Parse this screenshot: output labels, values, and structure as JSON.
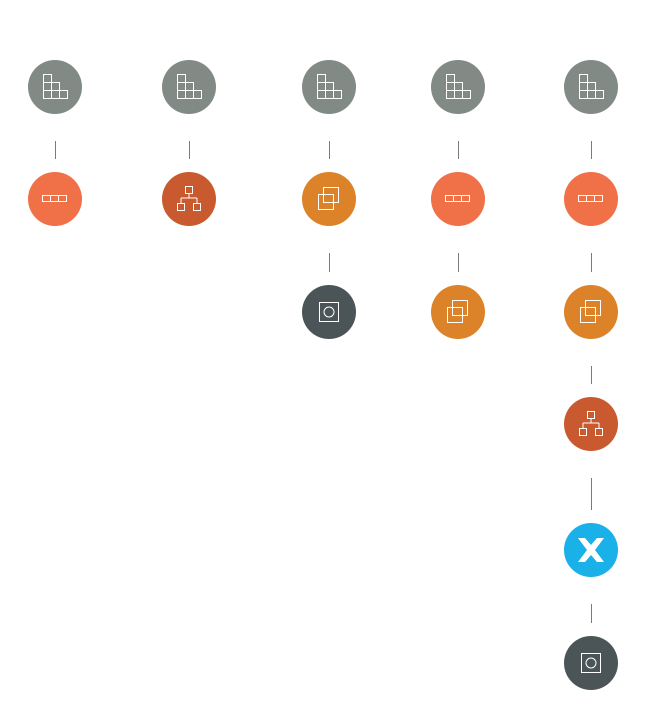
{
  "colors": {
    "base-gray": "#828a86",
    "coral": "#f07048",
    "rust": "#c95a30",
    "amber": "#dc8228",
    "slate": "#4b5558",
    "cyan": "#1ab0e8",
    "connector": "#7a7a7a"
  },
  "columns": [
    {
      "nodes": [
        {
          "icon": "stacked-blocks-icon",
          "color": "base-gray"
        },
        {
          "icon": "segmented-bar-icon",
          "color": "coral"
        }
      ]
    },
    {
      "nodes": [
        {
          "icon": "stacked-blocks-icon",
          "color": "base-gray"
        },
        {
          "icon": "hierarchy-icon",
          "color": "rust"
        }
      ]
    },
    {
      "nodes": [
        {
          "icon": "stacked-blocks-icon",
          "color": "base-gray"
        },
        {
          "icon": "overlapping-squares-icon",
          "color": "amber"
        },
        {
          "icon": "square-circle-icon",
          "color": "slate"
        }
      ]
    },
    {
      "nodes": [
        {
          "icon": "stacked-blocks-icon",
          "color": "base-gray"
        },
        {
          "icon": "segmented-bar-icon",
          "color": "coral"
        },
        {
          "icon": "overlapping-squares-icon",
          "color": "amber"
        }
      ]
    },
    {
      "nodes": [
        {
          "icon": "stacked-blocks-icon",
          "color": "base-gray"
        },
        {
          "icon": "segmented-bar-icon",
          "color": "coral"
        },
        {
          "icon": "overlapping-squares-icon",
          "color": "amber"
        },
        {
          "icon": "hierarchy-icon",
          "color": "rust"
        },
        {
          "icon": "x-logo-icon",
          "color": "cyan"
        },
        {
          "icon": "square-circle-icon",
          "color": "slate"
        }
      ]
    }
  ]
}
